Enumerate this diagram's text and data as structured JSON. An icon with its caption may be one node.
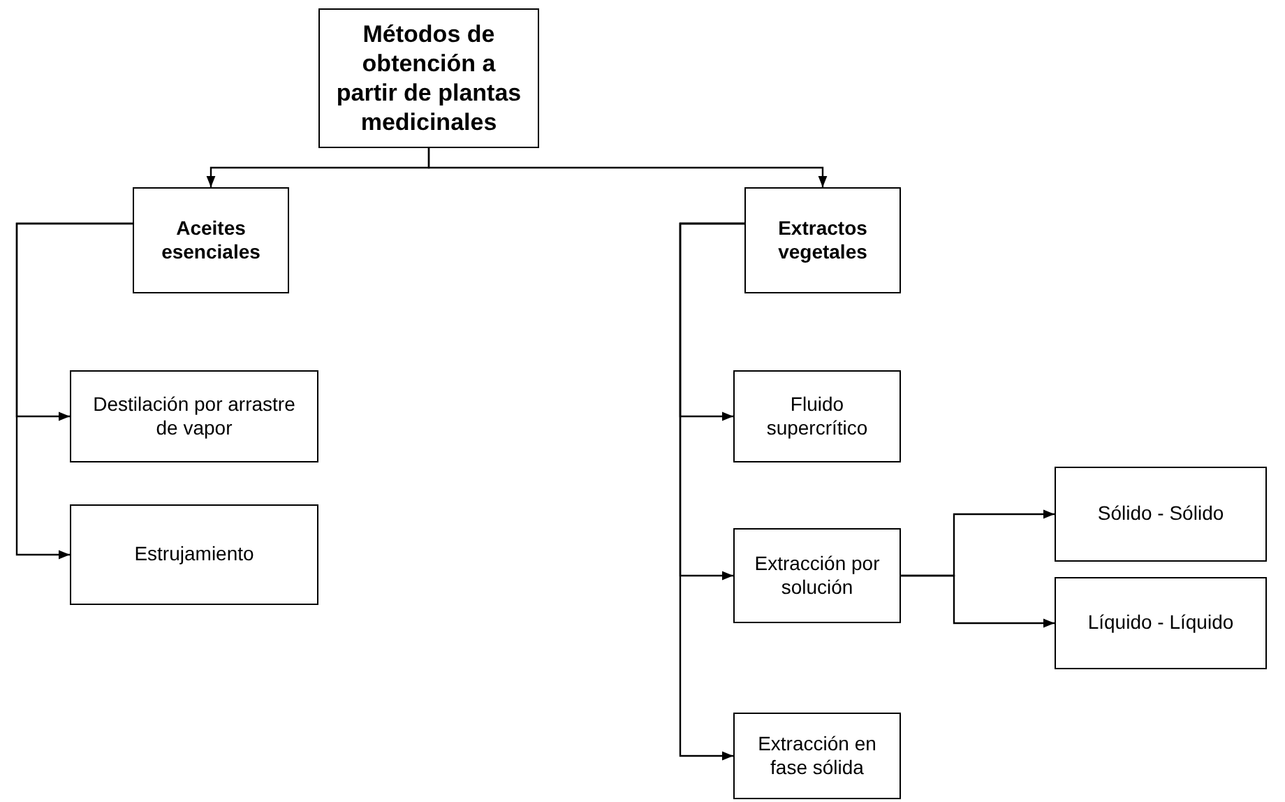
{
  "diagram": {
    "nodes": [
      {
        "text": [
          "Métodos de obtención a partir de plantas medicinales"
        ]
      },
      {
        "text": [
          "Aceites esenciales"
        ]
      },
      {
        "text": [
          "Destilación por arrastre de vapor"
        ]
      },
      {
        "text": [
          "Estrujamiento"
        ]
      },
      {
        "text": [
          "Extractos vegetales"
        ]
      },
      {
        "text": [
          "Fluido supercrítico"
        ]
      },
      {
        "text": [
          "Extracción por solución"
        ]
      },
      {
        "text": [
          "Extracción en fase sólida"
        ]
      },
      {
        "text": [
          "Sólido - Sólido"
        ]
      },
      {
        "text": [
          "Líquido - Líquido"
        ]
      }
    ],
    "edges": [
      {
        "from": 0,
        "to": 1,
        "arrow": "to"
      },
      {
        "from": 0,
        "to": 4,
        "arrow": "to"
      },
      {
        "from": 1,
        "to": 2,
        "arrow": "to"
      },
      {
        "from": 1,
        "to": 3,
        "arrow": "to"
      },
      {
        "from": 4,
        "to": 5,
        "arrow": "to"
      },
      {
        "from": 4,
        "to": 6,
        "arrow": "to"
      },
      {
        "from": 4,
        "to": 7,
        "arrow": "to"
      },
      {
        "from": 6,
        "to": 8,
        "arrow": "to"
      },
      {
        "from": 6,
        "to": 9,
        "arrow": "to"
      }
    ]
  }
}
